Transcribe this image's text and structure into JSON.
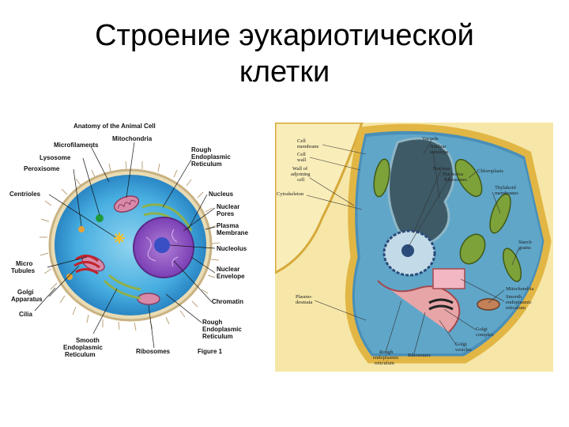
{
  "slide": {
    "title_line1": "Строение эукариотической",
    "title_line2": "клетки"
  },
  "animal_cell": {
    "heading": "Anatomy of the Animal Cell",
    "figure_caption": "Figure 1",
    "labels": {
      "mitochondria": "Mitochondria",
      "microfilaments": "Microfilaments",
      "lysosome": "Lysosome",
      "peroxisome": "Peroxisome",
      "centrioles": "Centrioles",
      "rough_er_top_1": "Rough",
      "rough_er_top_2": "Endoplasmic",
      "rough_er_top_3": "Reticulum",
      "nucleus": "Nucleus",
      "nuclear_pores_1": "Nuclear",
      "nuclear_pores_2": "Pores",
      "plasma_membrane_1": "Plasma",
      "plasma_membrane_2": "Membrane",
      "nucleolus": "Nucleolus",
      "micro_tubules_1": "Micro",
      "micro_tubules_2": "Tubules",
      "nuclear_envelope_1": "Nuclear",
      "nuclear_envelope_2": "Envelope",
      "golgi_1": "Golgi",
      "golgi_2": "Apparatus",
      "chromatin": "Chromatin",
      "cilia": "Cilia",
      "rough_er_bottom_1": "Rough",
      "rough_er_bottom_2": "Endoplasmic",
      "rough_er_bottom_3": "Reticulum",
      "smooth_er_1": "Smooth",
      "smooth_er_2": "Endoplasmic",
      "smooth_er_3": "Reticulum",
      "ribosomes": "Ribosomes"
    }
  },
  "plant_cell": {
    "labels": {
      "cell_membrane_1": "Cell",
      "cell_membrane_2": "membrane",
      "cell_wall_1": "Cell",
      "cell_wall_2": "wall",
      "wall_adjoining_1": "Wall of",
      "wall_adjoining_2": "adjoining",
      "wall_adjoining_3": "cell",
      "cytoskeleton": "Cytoskeleton",
      "vacuole": "Vacuole",
      "nuclear_envelope_1": "Nuclear",
      "nuclear_envelope_2": "envelope",
      "nucleus": "Nucleus",
      "nucleolus": "Nucleolus",
      "ribosomes_top": "Ribosomes",
      "chloroplasts": "Chloroplasts",
      "thylakoid_1": "Thylakoid",
      "thylakoid_2": "membranes",
      "starch_1": "Starch",
      "starch_2": "grains",
      "plasmodesmata_1": "Plasmo-",
      "plasmodesmata_2": "desmata",
      "mitochondria": "Mitochondria",
      "smooth_er_1": "Smooth",
      "smooth_er_2": "endoplasmic",
      "smooth_er_3": "reticulum",
      "golgi_complex_1": "Golgi",
      "golgi_complex_2": "complex",
      "golgi_vesicles_1": "Golgi",
      "golgi_vesicles_2": "vesicles",
      "rough_er_1": "Rough",
      "rough_er_2": "endoplasmic",
      "rough_er_3": "reticulum",
      "ribosomes_bottom": "Ribosomes"
    }
  }
}
